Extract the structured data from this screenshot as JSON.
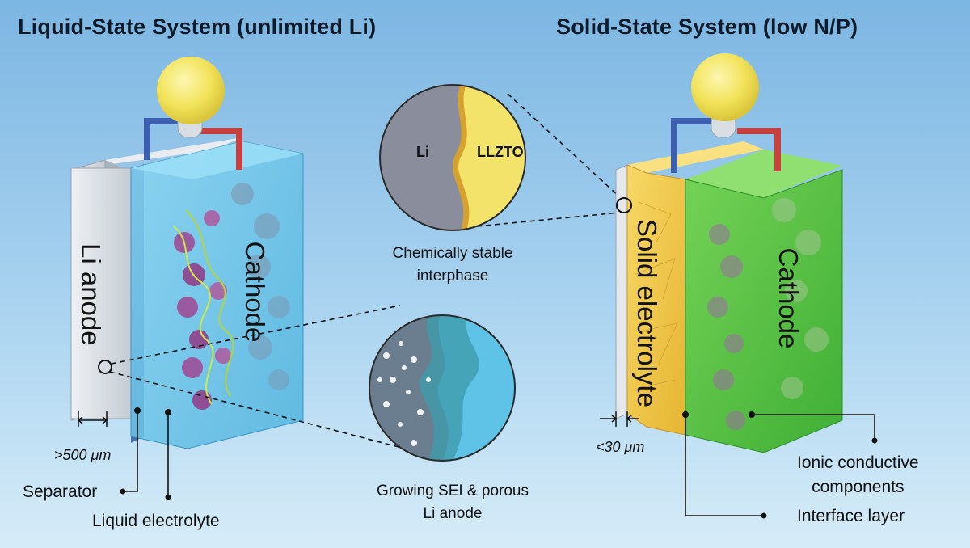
{
  "titles": {
    "liquid": "Liquid-State System (unlimited Li)",
    "solid": "Solid-State System (low N/P)"
  },
  "liquid_cell": {
    "anode_label": "Li anode",
    "cathode_label": "Cathode",
    "thickness": ">500 μm",
    "separator_label": "Separator",
    "electrolyte_label": "Liquid electrolyte"
  },
  "solid_cell": {
    "electrolyte_label": "Solid electrolyte",
    "cathode_label": "Cathode",
    "thickness": "<30 μm",
    "ionic_label_line1": "Ionic conductive",
    "ionic_label_line2": "components",
    "interface_label": "Interface layer"
  },
  "zoom_top": {
    "left_label": "Li",
    "right_label": "LLZTO",
    "caption_line1": "Chemically stable",
    "caption_line2": "interphase"
  },
  "zoom_bottom": {
    "caption_line1": "Growing SEI & porous",
    "caption_line2": "Li anode"
  },
  "colors": {
    "background_top": "#7fb9e4",
    "background_bottom": "#cde6f6",
    "li_metal": "#d6dce2",
    "electrolyte_liquid": "#6fc6e8",
    "solid_electrolyte": "#f2c84a",
    "solid_cathode": "#5ec242",
    "particle": "#9a5a9f",
    "bulb": "#f3e560",
    "wire_neg": "#3d5fb0",
    "wire_pos": "#c8413e"
  }
}
